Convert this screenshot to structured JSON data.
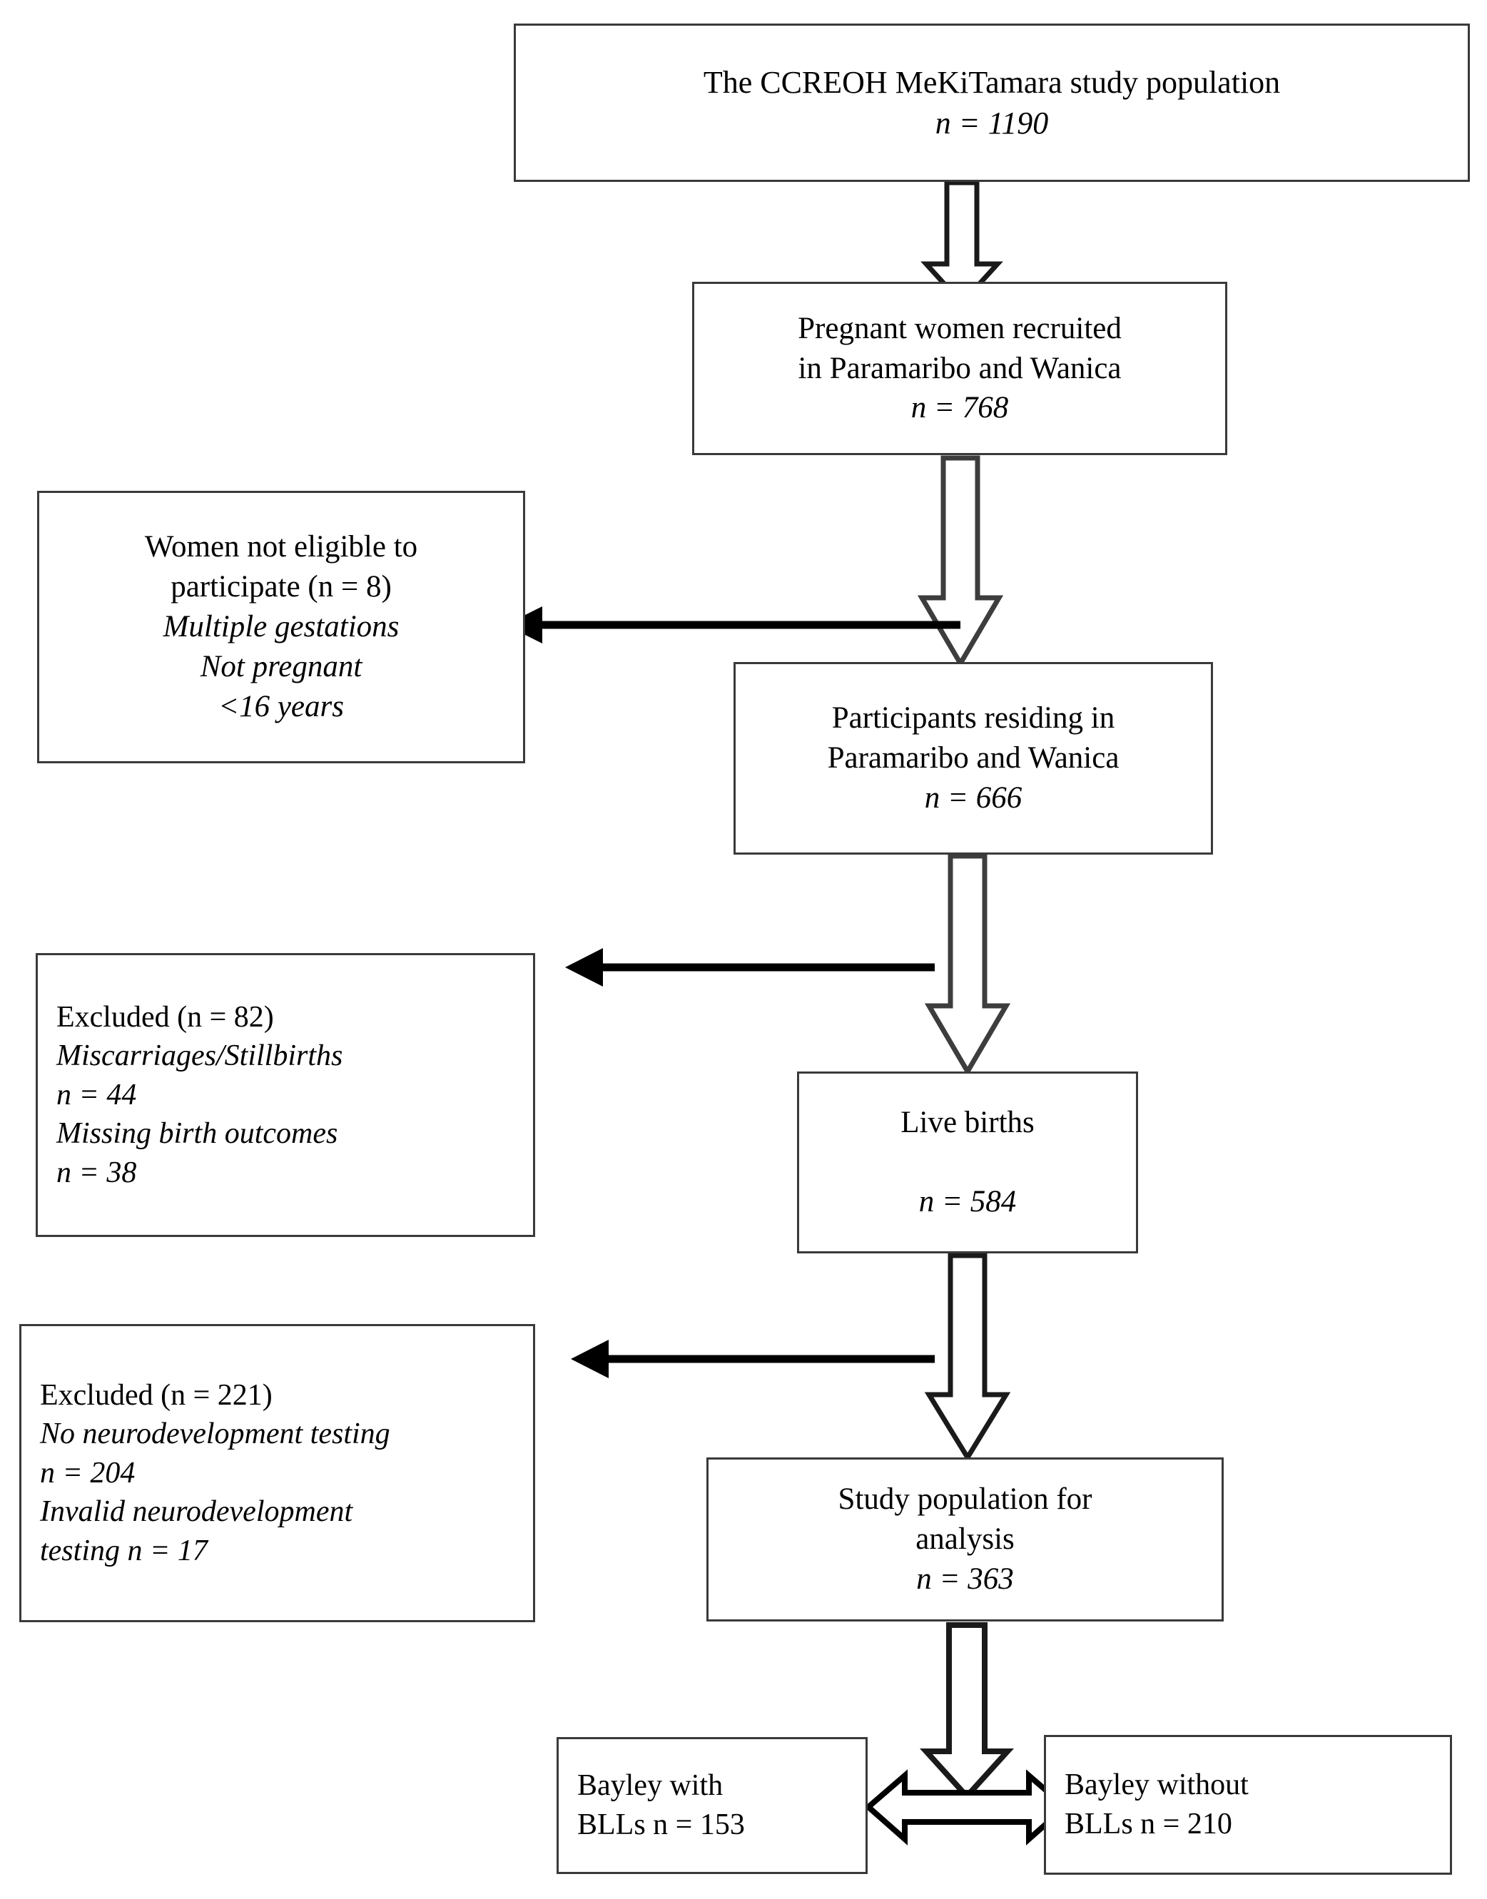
{
  "diagram": {
    "title": "CCREOH MeKiTamara study participant flow diagram",
    "type": "flowchart",
    "colors": {
      "box_border": "#3a3a3a",
      "arrow_stroke": "#1a1a1a",
      "background": "#ffffff",
      "text": "#000000"
    },
    "nodes": [
      {
        "id": "study-population",
        "lines": [
          {
            "text": "The CCREOH MeKiTamara study population",
            "italic": false
          },
          {
            "text": "n = 1190",
            "italic": true
          }
        ],
        "align": "center",
        "n_value": 1190
      },
      {
        "id": "pregnant-recruited",
        "lines": [
          {
            "text": "Pregnant women recruited",
            "italic": false
          },
          {
            "text": "in Paramaribo and Wanica",
            "italic": false
          },
          {
            "text": "n = 768",
            "italic": true
          }
        ],
        "align": "center",
        "n_value": 768
      },
      {
        "id": "not-eligible",
        "lines": [
          {
            "text": "Women not eligible to",
            "italic": false
          },
          {
            "text": "participate (n = 8)",
            "italic": false
          },
          {
            "text": "Multiple gestations",
            "italic": true
          },
          {
            "text": "Not pregnant",
            "italic": true
          },
          {
            "text": "<16 years",
            "italic": true
          }
        ],
        "align": "center",
        "n_value": 8
      },
      {
        "id": "participants-residing",
        "lines": [
          {
            "text": "Participants residing in",
            "italic": false
          },
          {
            "text": "Paramaribo and Wanica",
            "italic": false
          },
          {
            "text": "n = 666",
            "italic": true
          }
        ],
        "align": "center",
        "n_value": 666
      },
      {
        "id": "excluded-82",
        "lines": [
          {
            "text": "Excluded (n = 82)",
            "italic": false
          },
          {
            "text": "Miscarriages/Stillbirths",
            "italic": true
          },
          {
            "text": "n = 44",
            "italic": true
          },
          {
            "text": "Missing birth outcomes",
            "italic": true
          },
          {
            "text": "n = 38",
            "italic": true
          }
        ],
        "align": "left",
        "n_value": 82
      },
      {
        "id": "live-births",
        "lines": [
          {
            "text": "Live births",
            "italic": false
          },
          {
            "text": "",
            "italic": false
          },
          {
            "text": "n = 584",
            "italic": true
          }
        ],
        "align": "center",
        "n_value": 584
      },
      {
        "id": "excluded-221",
        "lines": [
          {
            "text": "Excluded (n = 221)",
            "italic": false
          },
          {
            "text": "No neurodevelopment testing",
            "italic": true
          },
          {
            "text": "n = 204",
            "italic": true
          },
          {
            "text": "Invalid neurodevelopment",
            "italic": true
          },
          {
            "text": "testing n = 17",
            "italic": true
          }
        ],
        "align": "left",
        "n_value": 221
      },
      {
        "id": "analysis-population",
        "lines": [
          {
            "text": "Study population for",
            "italic": false
          },
          {
            "text": "analysis",
            "italic": false
          },
          {
            "text": "n = 363",
            "italic": true
          }
        ],
        "align": "center",
        "n_value": 363
      },
      {
        "id": "bayley-with-blls",
        "lines": [
          {
            "text": "Bayley with",
            "italic": false
          },
          {
            "text": "BLLs n = 153",
            "italic": false
          }
        ],
        "align": "left",
        "n_value": 153
      },
      {
        "id": "bayley-without-blls",
        "lines": [
          {
            "text": "Bayley without",
            "italic": false
          },
          {
            "text": "BLLs n = 210",
            "italic": false
          }
        ],
        "align": "left",
        "n_value": 210
      }
    ],
    "edges": [
      {
        "id": "edge-population-to-recruited",
        "style": "hollow-down-arrow"
      },
      {
        "id": "edge-recruited-to-residing",
        "style": "hollow-down-arrow"
      },
      {
        "id": "edge-recruited-to-not-eligible",
        "style": "solid-left-arrow"
      },
      {
        "id": "edge-residing-to-livebirths",
        "style": "hollow-down-arrow"
      },
      {
        "id": "edge-residing-to-excluded-82",
        "style": "solid-left-arrow"
      },
      {
        "id": "edge-livebirths-to-analysis",
        "style": "hollow-down-arrow"
      },
      {
        "id": "edge-livebirths-to-excluded-221",
        "style": "solid-left-arrow"
      },
      {
        "id": "edge-analysis-to-bayley-split",
        "style": "hollow-down-arrow"
      },
      {
        "id": "edge-bayley-with-without",
        "style": "hollow-double-headed-horizontal-arrow"
      }
    ]
  }
}
